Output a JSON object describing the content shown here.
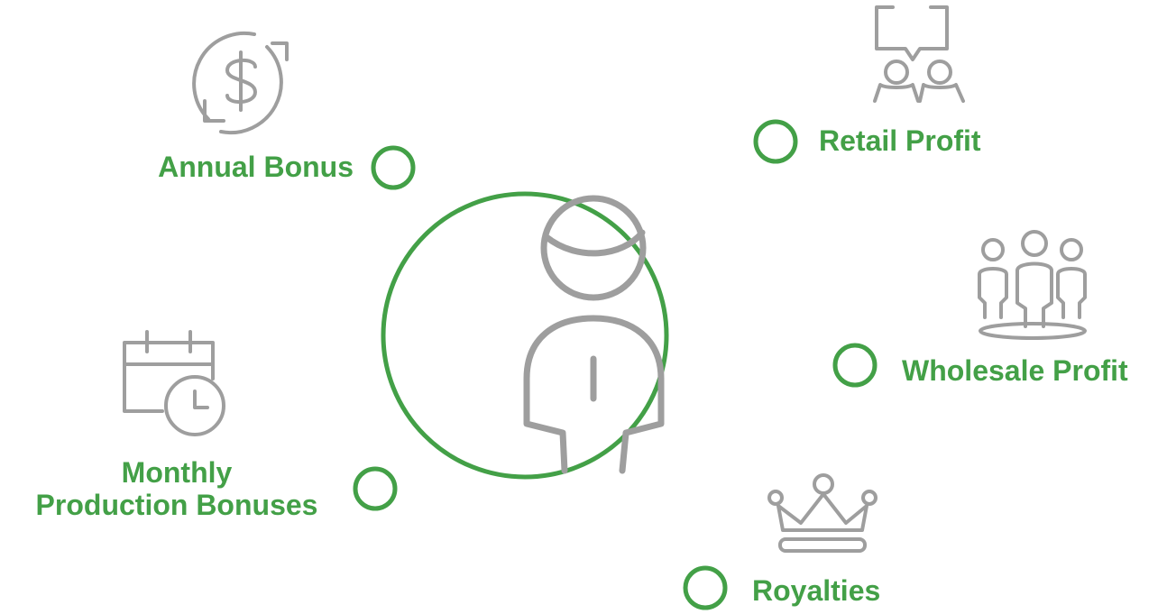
{
  "colors": {
    "accent": "#43a047",
    "icon": "#9e9e9e",
    "background": "#ffffff"
  },
  "center": {
    "icon": "person-icon"
  },
  "benefits": [
    {
      "label": "Annual Bonus",
      "icon": "dollar-cycle-icon"
    },
    {
      "label": "Retail Profit",
      "icon": "conversation-icon"
    },
    {
      "label": "Wholesale Profit",
      "icon": "group-icon"
    },
    {
      "label": "Royalties",
      "icon": "crown-icon"
    },
    {
      "label_lines": [
        "Monthly",
        "Production Bonuses"
      ],
      "icon": "calendar-clock-icon"
    }
  ]
}
